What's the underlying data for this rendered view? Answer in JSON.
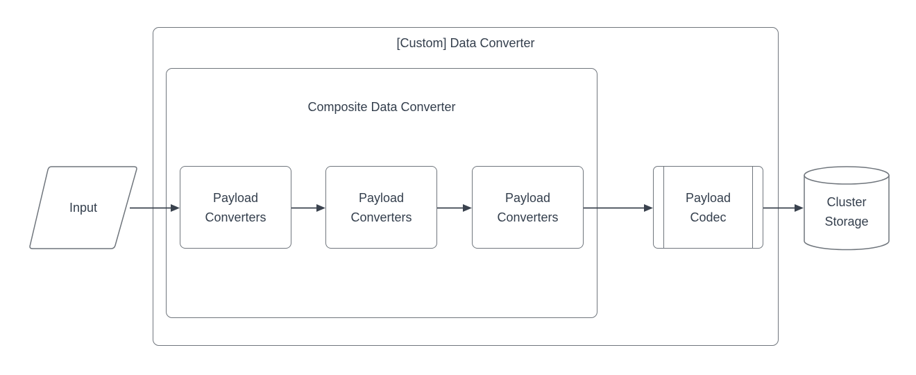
{
  "diagram": {
    "outer_container": {
      "title": "[Custom] Data Converter"
    },
    "inner_container": {
      "title": "Composite Data Converter"
    },
    "nodes": {
      "input": {
        "label": "Input",
        "shape": "parallelogram"
      },
      "payload_converter_1": {
        "label": "Payload Converters",
        "shape": "rounded-rectangle"
      },
      "payload_converter_2": {
        "label": "Payload Converters",
        "shape": "rounded-rectangle"
      },
      "payload_converter_3": {
        "label": "Payload Converters",
        "shape": "rounded-rectangle"
      },
      "payload_codec": {
        "label": "Payload Codec",
        "shape": "predefined-process"
      },
      "cluster_storage": {
        "label": "Cluster Storage",
        "shape": "cylinder"
      }
    },
    "edges": [
      {
        "from": "input",
        "to": "payload_converter_1"
      },
      {
        "from": "payload_converter_1",
        "to": "payload_converter_2"
      },
      {
        "from": "payload_converter_2",
        "to": "payload_converter_3"
      },
      {
        "from": "payload_converter_3",
        "to": "payload_codec"
      },
      {
        "from": "payload_codec",
        "to": "cluster_storage"
      }
    ],
    "colors": {
      "background": "#ffffff",
      "shape_fill": "#ffffff",
      "shape_stroke": "#6f757c",
      "arrow": "#3a424e",
      "text": "#333e4c"
    }
  }
}
